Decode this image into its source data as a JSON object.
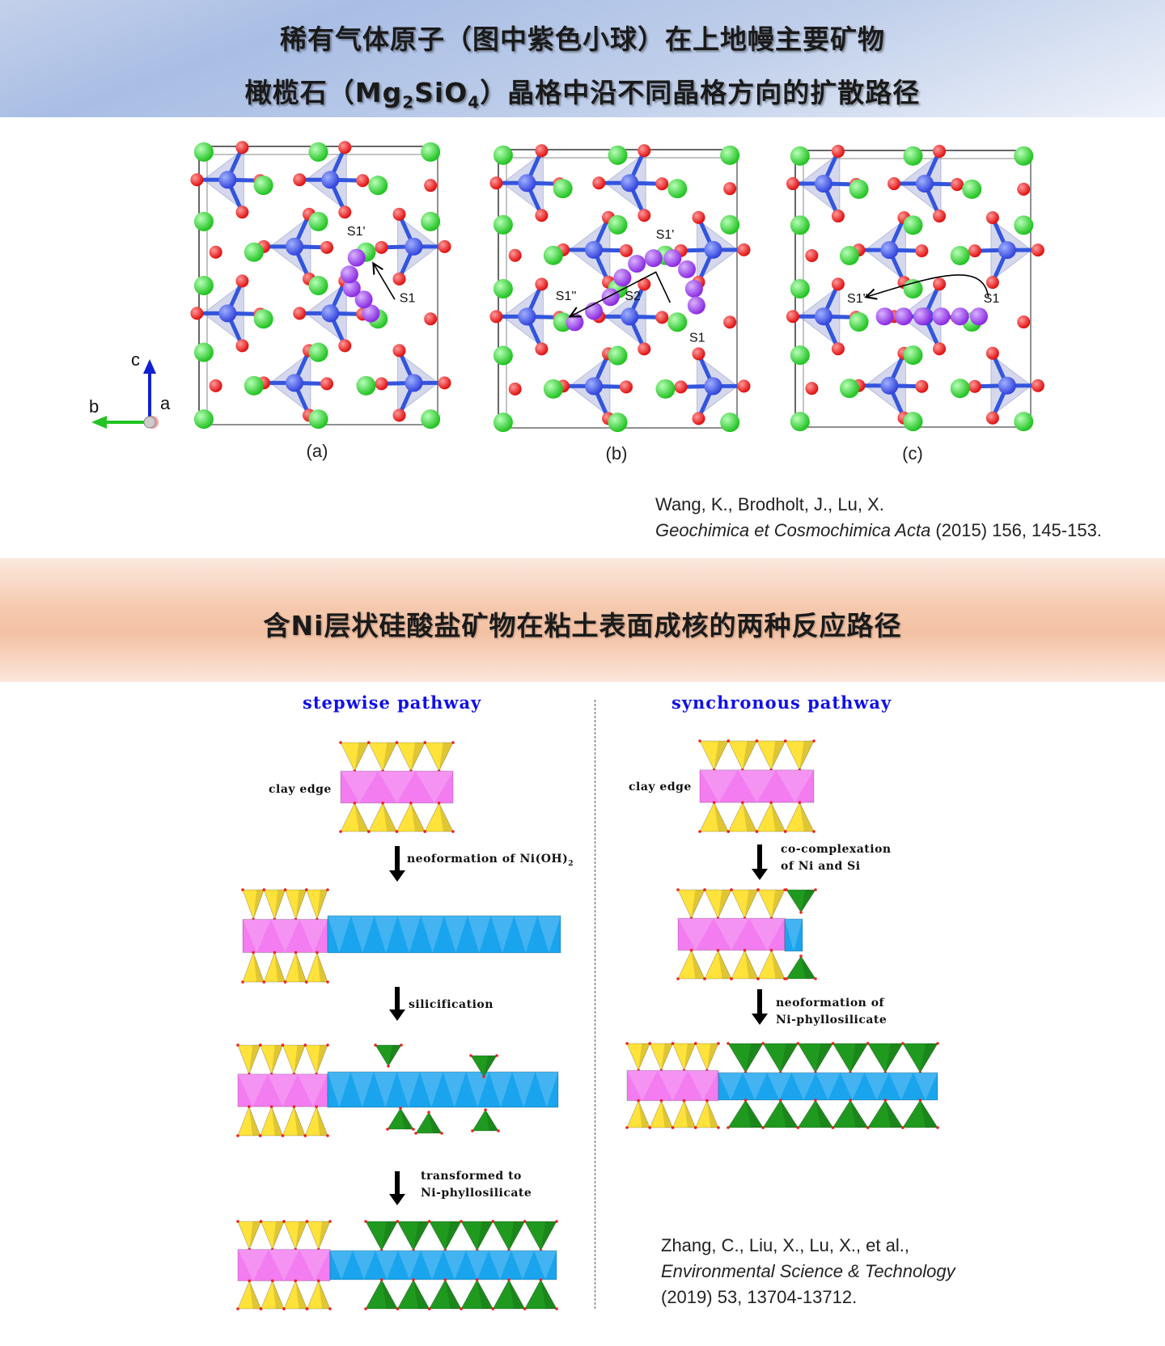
{
  "section1": {
    "title_line1": "稀有气体原子（图中紫色小球）在上地幔主要矿物",
    "title_line2_pre": "橄榄石（Mg",
    "title_line2_sub1": "2",
    "title_line2_mid": "SiO",
    "title_line2_sub2": "4",
    "title_line2_post": "）晶格中沿不同晶格方向的扩散路径",
    "axes": {
      "c": "c",
      "b": "b",
      "a": "a"
    },
    "panels": [
      {
        "label": "(a)",
        "sites": [
          "S1'",
          "S1"
        ]
      },
      {
        "label": "(b)",
        "sites": [
          "S1'",
          "S1''",
          "S2",
          "S1"
        ]
      },
      {
        "label": "(c)",
        "sites": [
          "S1''",
          "S1"
        ]
      }
    ],
    "citation": {
      "authors": "Wang, K., Brodholt, J., Lu, X.",
      "journal": "Geochimica et Cosmochimica Acta",
      "details": " (2015) 156, 145-153."
    }
  },
  "section2": {
    "title": "含Ni层状硅酸盐矿物在粘土表面成核的两种反应路径",
    "stepwise": {
      "title": "stepwise pathway",
      "clay_edge": "clay edge",
      "step1": "neoformation  of Ni(OH)",
      "step1_sub": "2",
      "step2": "silicification",
      "step3_line1": "transformed to",
      "step3_line2": "Ni-phyllosilicate"
    },
    "synchronous": {
      "title": "synchronous pathway",
      "clay_edge": "clay edge",
      "step1_line1": "co-complexation",
      "step1_line2": "of Ni and Si",
      "step2_line1": "neoformation  of",
      "step2_line2": "Ni-phyllosilicate"
    },
    "citation": {
      "authors": "Zhang, C., Liu, X., Lu, X., et al.,",
      "journal": "Environmental Science & Technology",
      "details": "(2019) 53, 13704-13712."
    }
  },
  "colors": {
    "mg_green": "#22c322",
    "oxygen_red": "#e01010",
    "silicon_blue": "#3344dd",
    "noble_gas_purple": "#8a2be2",
    "tetra_yellow": "#ffe23a",
    "octa_pink": "#f27cf0",
    "ni_blue": "#1aa4ee",
    "si_green": "#1f9a1f"
  }
}
